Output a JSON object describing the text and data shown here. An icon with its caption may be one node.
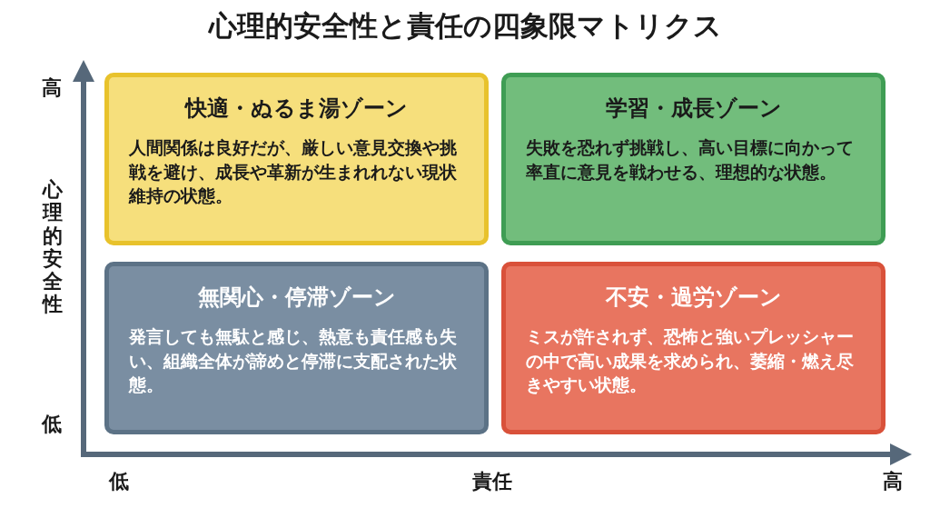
{
  "diagram": {
    "title": "心理的安全性と責任の四象限マトリクス",
    "nodes": [
      {
        "text": [
          "快適・ぬるま湯ゾーン",
          "人間関係は良好だが、厳しい意見交換や挑戦を避け、成長や革新が生まれれない現状維持の状態。"
        ]
      },
      {
        "text": [
          "学習・成長ゾーン",
          "失敗を恐れず挑戦し、高い目標に向かって率直に意見を戦わせる、理想的な状態。"
        ]
      },
      {
        "text": [
          "無関心・停滞ゾーン",
          "発言しても無駄と感じ、熱意も責任感も失い、組織全体が諦めと停滞に支配された状態。"
        ]
      },
      {
        "text": [
          "不安・過労ゾーン",
          "ミスが許されず、恐怖と強いプレッシャーの中で高い成果を求められ、萎縮・燃え尽きやすい状態。"
        ]
      }
    ],
    "labels": [
      "高",
      "心理的安全性",
      "低",
      "低",
      "責任",
      "高"
    ]
  }
}
